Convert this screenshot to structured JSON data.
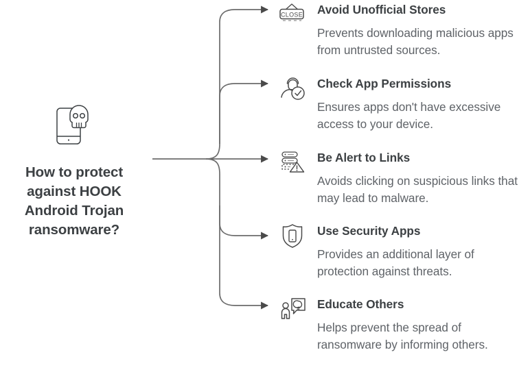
{
  "diagram": {
    "type": "mind-map",
    "line_color": "#4a4a4a",
    "heading_color": "#3c4043",
    "body_color": "#5f6368",
    "root": {
      "icon": "smartphone-skull-icon",
      "title": "How to protect against HOOK Android Trojan ransomware?"
    },
    "branches": [
      {
        "icon": "close-sign-icon",
        "icon_label": "CLOSE",
        "title": "Avoid Unofficial Stores",
        "desc": "Prevents downloading malicious apps from untrusted sources."
      },
      {
        "icon": "user-check-icon",
        "title": "Check App Permissions",
        "desc": "Ensures apps don't have excessive access to your device."
      },
      {
        "icon": "server-warning-icon",
        "title": "Be Alert to Links",
        "desc": "Avoids clicking on suspicious links that may lead to malware."
      },
      {
        "icon": "shield-phone-icon",
        "title": "Use Security Apps",
        "desc": "Provides an additional layer of protection against threats."
      },
      {
        "icon": "person-idea-bubble-icon",
        "title": "Educate Others",
        "desc": "Helps prevent the spread of ransomware by informing others."
      }
    ]
  }
}
